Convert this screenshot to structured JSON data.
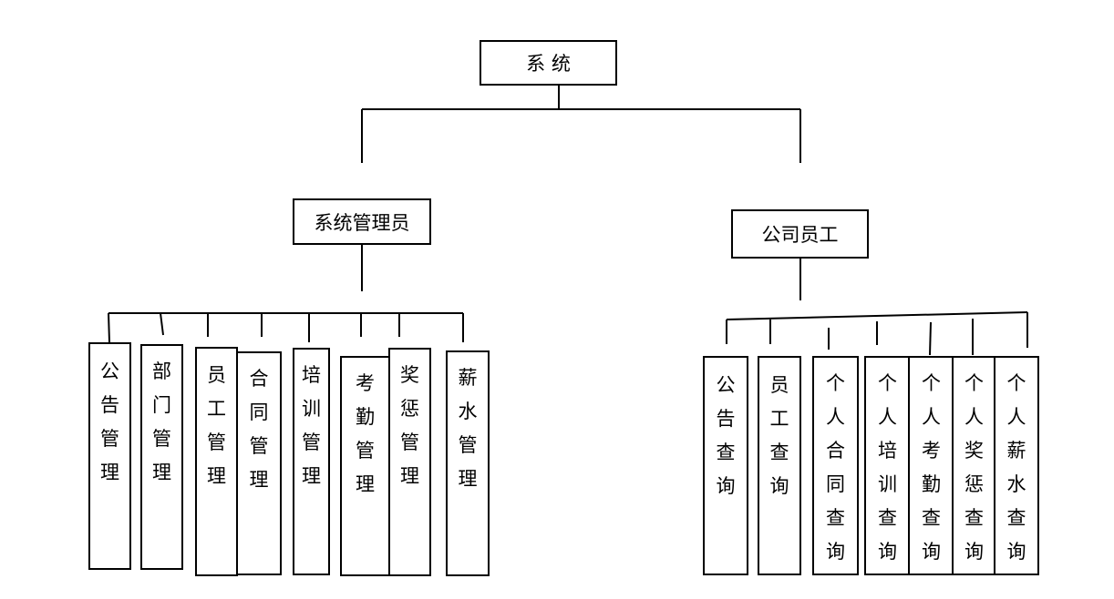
{
  "root": {
    "label": "系 统"
  },
  "branches": [
    {
      "label": "系统管理员",
      "children": [
        "公\n告\n管\n理",
        "部\n门\n管\n理",
        "员\n工\n管\n理",
        "合\n同\n管\n理",
        "培\n训\n管\n理",
        "考\n勤\n管\n理",
        "奖\n惩\n管\n理",
        "薪\n水\n管\n理"
      ]
    },
    {
      "label": "公司员工",
      "children": [
        "公\n告\n查\n询",
        "员\n工\n查\n询",
        "个\n人\n合\n同\n查\n询",
        "个\n人\n培\n训\n查\n询",
        "个\n人\n考\n勤\n查\n询",
        "个\n人\n奖\n惩\n查\n询",
        "个\n人\n薪\n水\n查\n询"
      ]
    }
  ]
}
